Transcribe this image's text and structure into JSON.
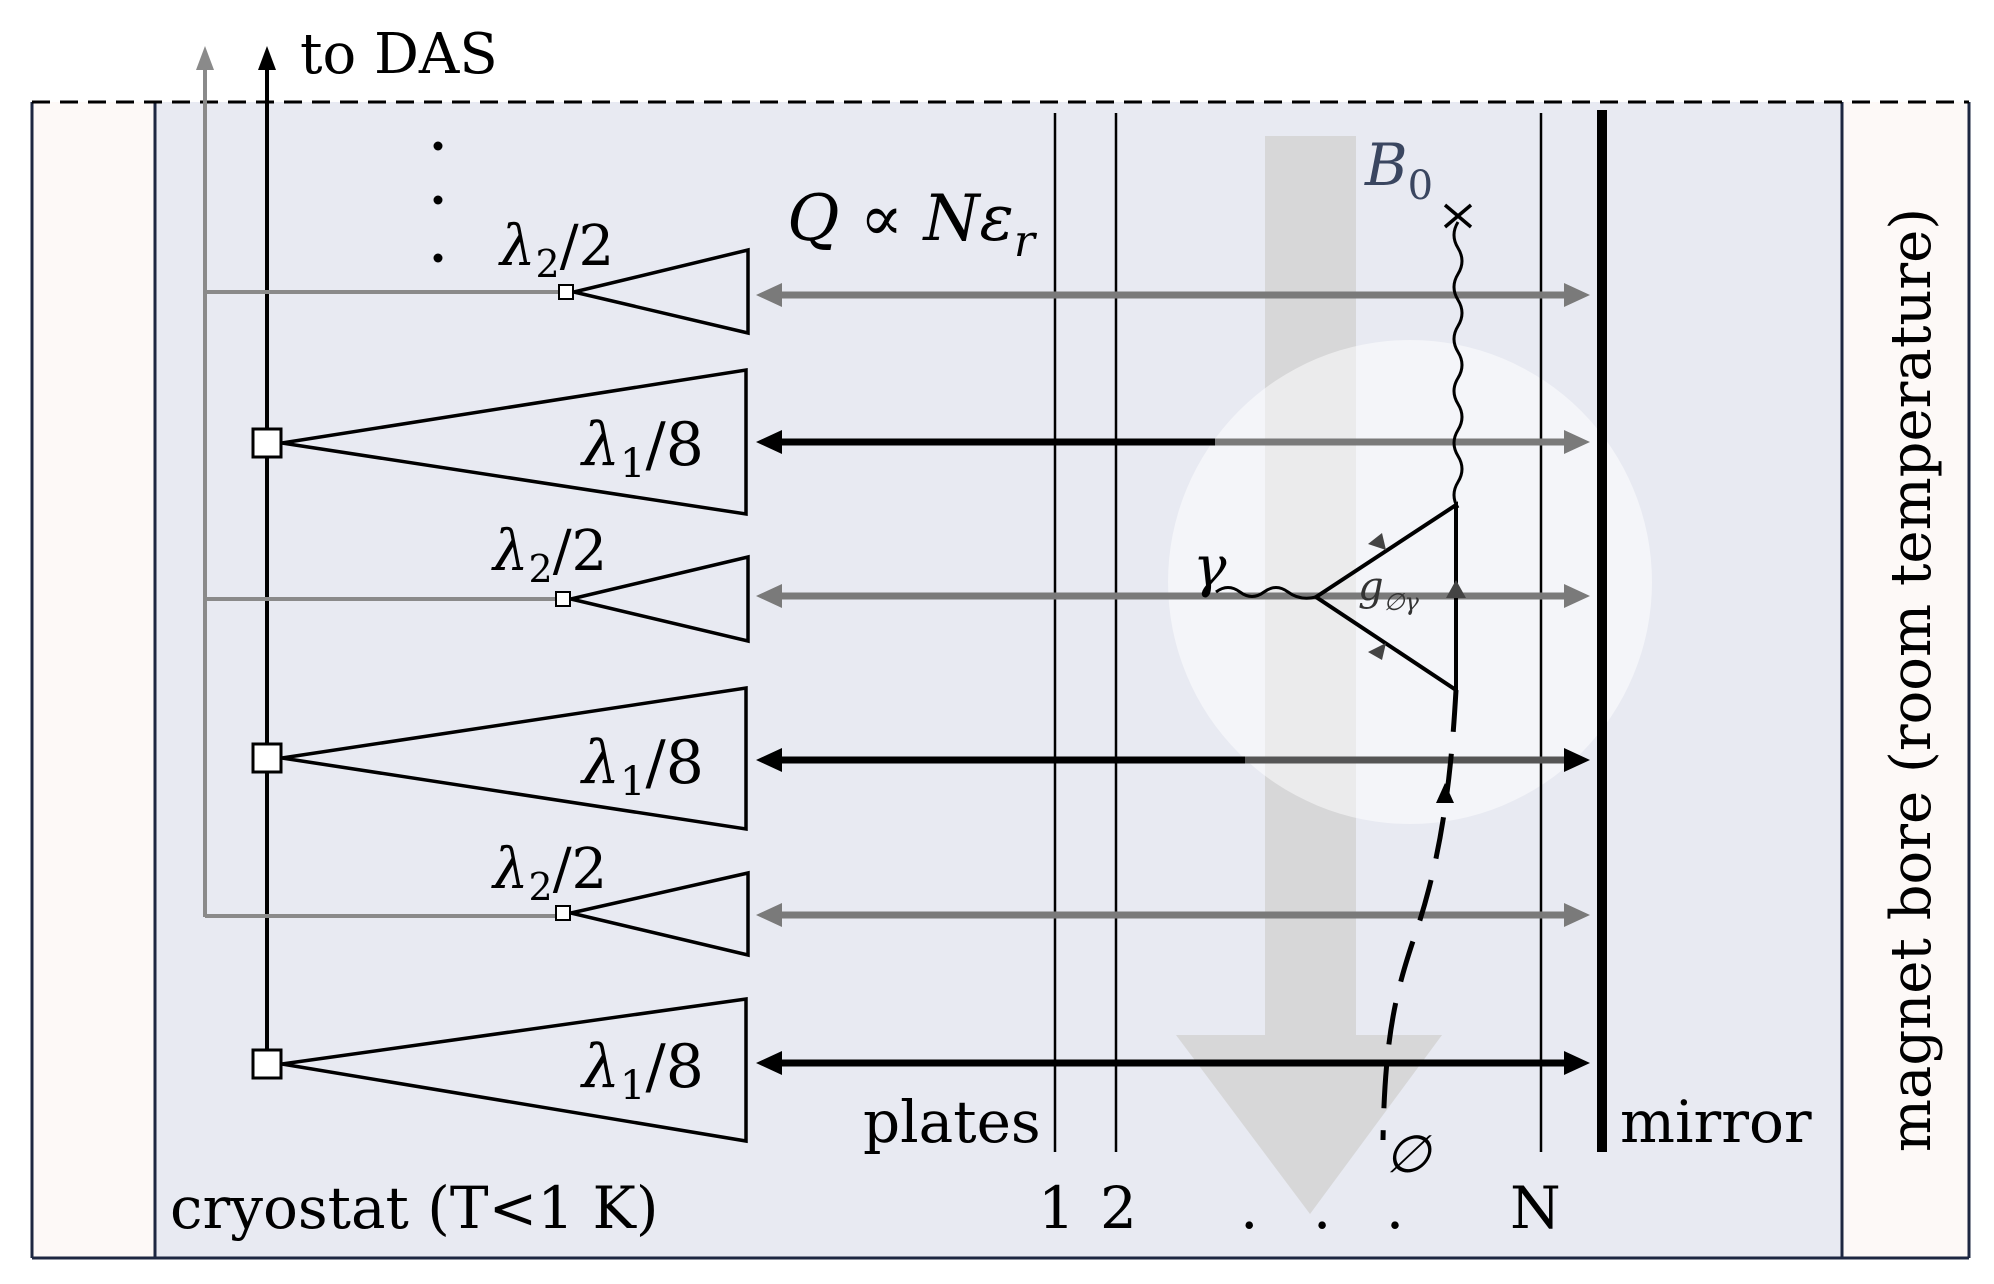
{
  "labels": {
    "to_das": "to DAS",
    "q_formula": "Q ∝ Nε",
    "q_subscript": "r",
    "b0": "B",
    "b0_sub": "0",
    "plates": "plates",
    "plate_1": "1",
    "plate_2": "2",
    "plate_dots": ". . .",
    "plate_n": "N",
    "mirror": "mirror",
    "cryostat": "cryostat (T<1 K)",
    "magnet_bore": "magnet bore (room temperature)",
    "gamma": "γ",
    "coupling": "g",
    "coupling_sub": "∅γ",
    "axion": "∅",
    "vdots": "·",
    "lambda": "λ",
    "lambda1_sub": "1",
    "lambda1_frac": "/8",
    "lambda2_sub": "2",
    "lambda2_frac": "/2"
  },
  "colors": {
    "cryostat_fill": "#e8eaf2",
    "bore_fill": "#fdf9f7",
    "border": "#1d2741",
    "gray_line": "#8a8a8a",
    "black": "#000000",
    "arrow_gray": "#7a7a7a",
    "axion_arrow": "#d6d6d6"
  }
}
